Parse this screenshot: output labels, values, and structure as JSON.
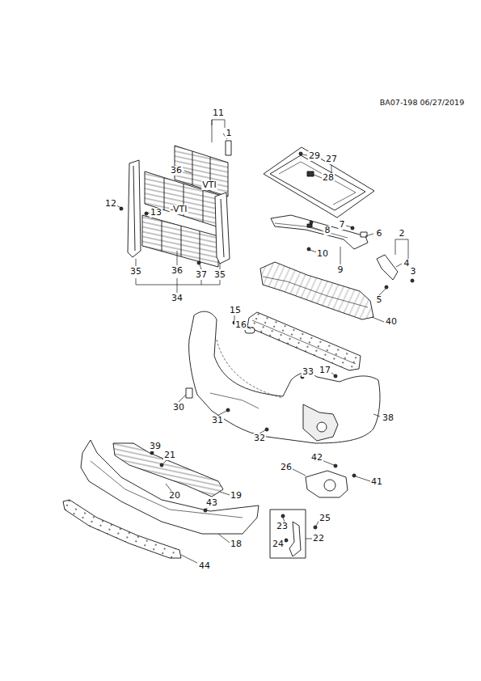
{
  "diagram": {
    "labels": [
      "BA07-198 06/27/2019",
      "11",
      "1",
      "36",
      "VTI",
      "-VTI",
      "12",
      "13",
      "35",
      "36",
      "37",
      "35",
      "34",
      "29",
      "27",
      "28",
      "7",
      "6",
      "8",
      "2",
      "4",
      "3",
      "10",
      "9",
      "5",
      "40",
      "15",
      "16",
      "33",
      "17",
      "30",
      "31",
      "38",
      "32",
      "39",
      "21",
      "26",
      "42",
      "41",
      "20",
      "19",
      "43",
      "25",
      "23",
      "22",
      "24",
      "18",
      "44"
    ]
  }
}
